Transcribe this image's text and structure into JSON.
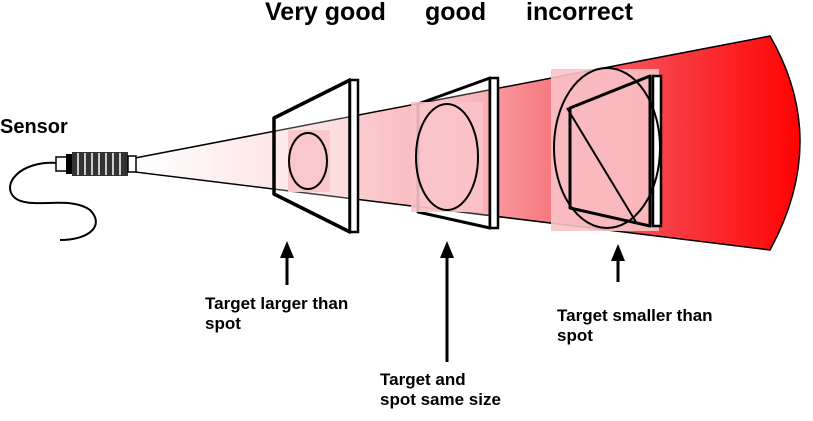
{
  "headings": {
    "very_good": "Very good",
    "good": "good",
    "incorrect": "incorrect"
  },
  "sensor_label": "Sensor",
  "annotations": {
    "larger": [
      "Target larger than",
      "spot"
    ],
    "same": [
      "Target and",
      "spot same size"
    ],
    "smaller": [
      "Target smaller than",
      "spot"
    ]
  },
  "colors": {
    "beam_red": "#ff0000",
    "beam_light": "#fde7e7",
    "spot_fill": "#f9c3c8",
    "outline": "#000000"
  }
}
